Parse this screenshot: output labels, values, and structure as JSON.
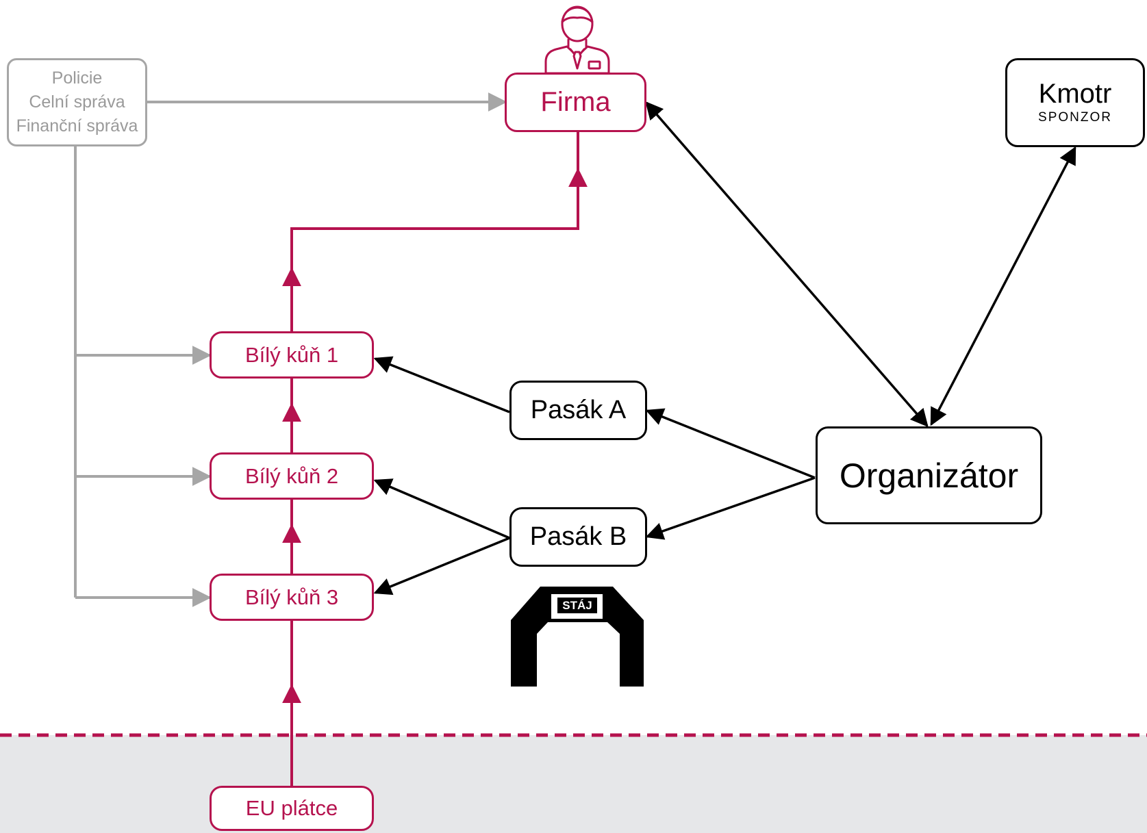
{
  "authorities": {
    "lines": [
      "Policie",
      "Celní správa",
      "Finanční správa"
    ]
  },
  "firma": {
    "label": "Firma"
  },
  "kmotr": {
    "label": "Kmotr",
    "sublabel": "SPONZOR"
  },
  "organizator": {
    "label": "Organizátor"
  },
  "pasak_a": {
    "label": "Pasák A"
  },
  "pasak_b": {
    "label": "Pasák B"
  },
  "bily_kun": [
    {
      "label": "Bílý kůň 1"
    },
    {
      "label": "Bílý kůň 2"
    },
    {
      "label": "Bílý kůň 3"
    }
  ],
  "eu_platce": {
    "label": "EU plátce"
  },
  "staj": {
    "label": "STÁJ"
  },
  "colors": {
    "accent": "#b5124e",
    "gray": "#a6a6a6",
    "black": "#000000",
    "eu_zone": "#e6e7e9"
  },
  "icons": [
    "businessman-icon",
    "stable-gate-icon"
  ]
}
